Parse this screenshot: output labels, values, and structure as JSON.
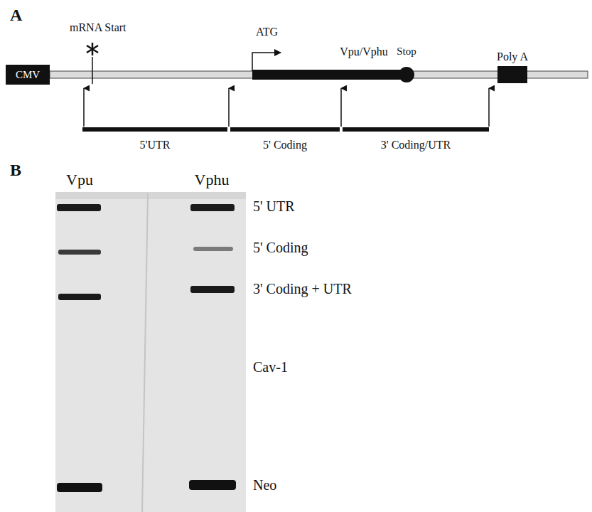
{
  "diagram": {
    "nodes": [
      {
        "text": [
          "CMV"
        ]
      },
      {
        "text": [
          "Poly A"
        ]
      }
    ],
    "labels": [
      "A",
      "mRNA Start",
      "ATG",
      "Vpu/Vphu",
      "Stop",
      "5'UTR",
      "5' Coding",
      "3' Coding/UTR",
      "B",
      "Vpu",
      "Vphu",
      "5' UTR",
      "5' Coding",
      "3' Coding + UTR",
      "Cav-1",
      "Neo"
    ]
  }
}
